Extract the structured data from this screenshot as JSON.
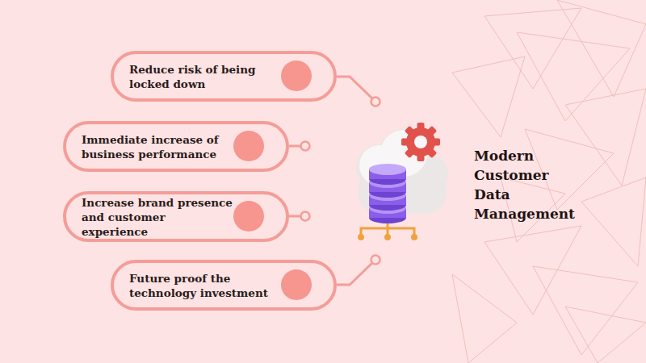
{
  "diagram": {
    "title": "Modern Customer Data Management",
    "nodes": [
      {
        "text": [
          "Reduce risk of being locked down"
        ]
      },
      {
        "text": [
          "Immediate increase of business performance"
        ]
      },
      {
        "text": [
          "Increase brand presence and customer experience"
        ]
      },
      {
        "text": [
          "Future proof the technology investment"
        ]
      }
    ]
  }
}
